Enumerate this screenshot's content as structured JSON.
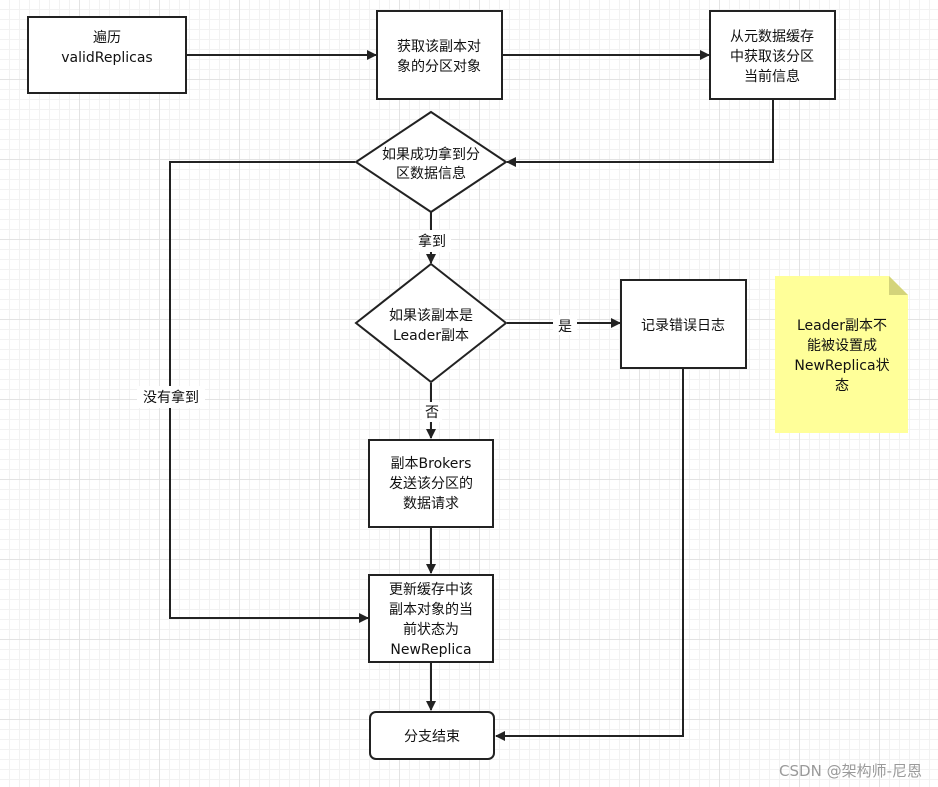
{
  "nodes": {
    "traverse": [
      "遍历",
      "validReplicas"
    ],
    "get_partition": [
      "获取该副本对",
      "象的分区对象"
    ],
    "get_meta": [
      "从元数据缓存",
      "中获取该分区",
      "当前信息"
    ],
    "if_got": [
      "如果成功拿到分",
      "区数据信息"
    ],
    "if_leader": [
      "如果该副本是",
      "Leader副本"
    ],
    "log_error": [
      "记录错误日志"
    ],
    "send_request": [
      "副本Brokers",
      "发送该分区的",
      "数据请求"
    ],
    "update_cache": [
      "更新缓存中该",
      "副本对象的当",
      "前状态为",
      "NewReplica"
    ],
    "end": [
      "分支结束"
    ]
  },
  "edge_labels": {
    "got": "拿到",
    "not_got": "没有拿到",
    "yes": "是",
    "no": "否"
  },
  "note": [
    "Leader副本不",
    "能被设置成",
    "NewReplica状",
    "态"
  ],
  "watermark": "CSDN @架构师-尼恩",
  "colors": {
    "stroke": "#222222",
    "note_fill": "#ffff99",
    "note_fold": "#d4d47a"
  }
}
